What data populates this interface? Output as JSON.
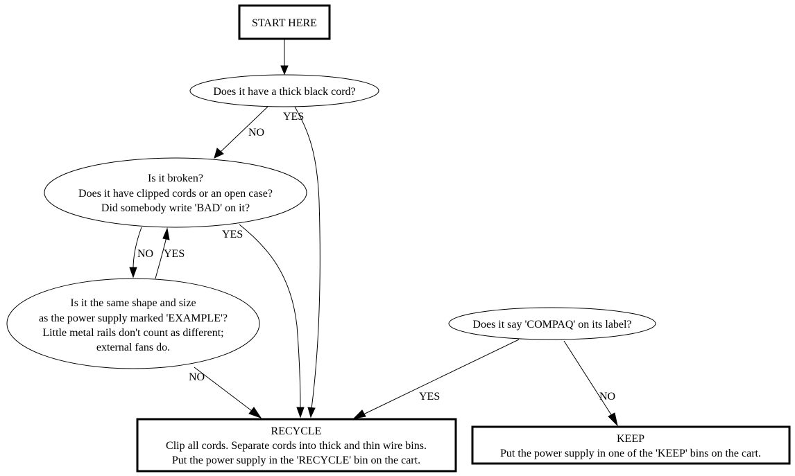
{
  "diagram": {
    "type": "flowchart",
    "nodes": {
      "start": {
        "shape": "box",
        "lines": [
          "START HERE"
        ]
      },
      "thick_cord": {
        "shape": "ellipse",
        "lines": [
          "Does it have a thick black cord?"
        ]
      },
      "broken": {
        "shape": "ellipse",
        "lines": [
          "Is it broken?",
          "Does it have clipped cords or an open case?",
          "Did somebody write 'BAD' on it?"
        ]
      },
      "same_shape": {
        "shape": "ellipse",
        "lines": [
          "Is it the same shape and size",
          "as the power supply marked 'EXAMPLE'?",
          "Little metal rails don't count as different;",
          "external fans do."
        ]
      },
      "compaq": {
        "shape": "ellipse",
        "lines": [
          "Does it say 'COMPAQ' on its label?"
        ]
      },
      "recycle": {
        "shape": "box",
        "lines": [
          "RECYCLE",
          "Clip all cords. Separate cords into thick and thin wire bins.",
          "Put the power supply in the 'RECYCLE' bin on the cart."
        ]
      },
      "keep": {
        "shape": "box",
        "lines": [
          "KEEP",
          "Put the power supply in one of the 'KEEP' bins on the cart."
        ]
      }
    },
    "edges": [
      {
        "from": "start",
        "to": "thick_cord",
        "label": ""
      },
      {
        "from": "thick_cord",
        "to": "broken",
        "label": "NO"
      },
      {
        "from": "thick_cord",
        "to": "recycle",
        "label": "YES"
      },
      {
        "from": "broken",
        "to": "same_shape",
        "label": "NO"
      },
      {
        "from": "same_shape",
        "to": "broken",
        "label": "YES"
      },
      {
        "from": "broken",
        "to": "recycle",
        "label": "YES"
      },
      {
        "from": "same_shape",
        "to": "recycle",
        "label": "NO"
      },
      {
        "from": "compaq",
        "to": "recycle",
        "label": "YES"
      },
      {
        "from": "compaq",
        "to": "keep",
        "label": "NO"
      }
    ]
  }
}
